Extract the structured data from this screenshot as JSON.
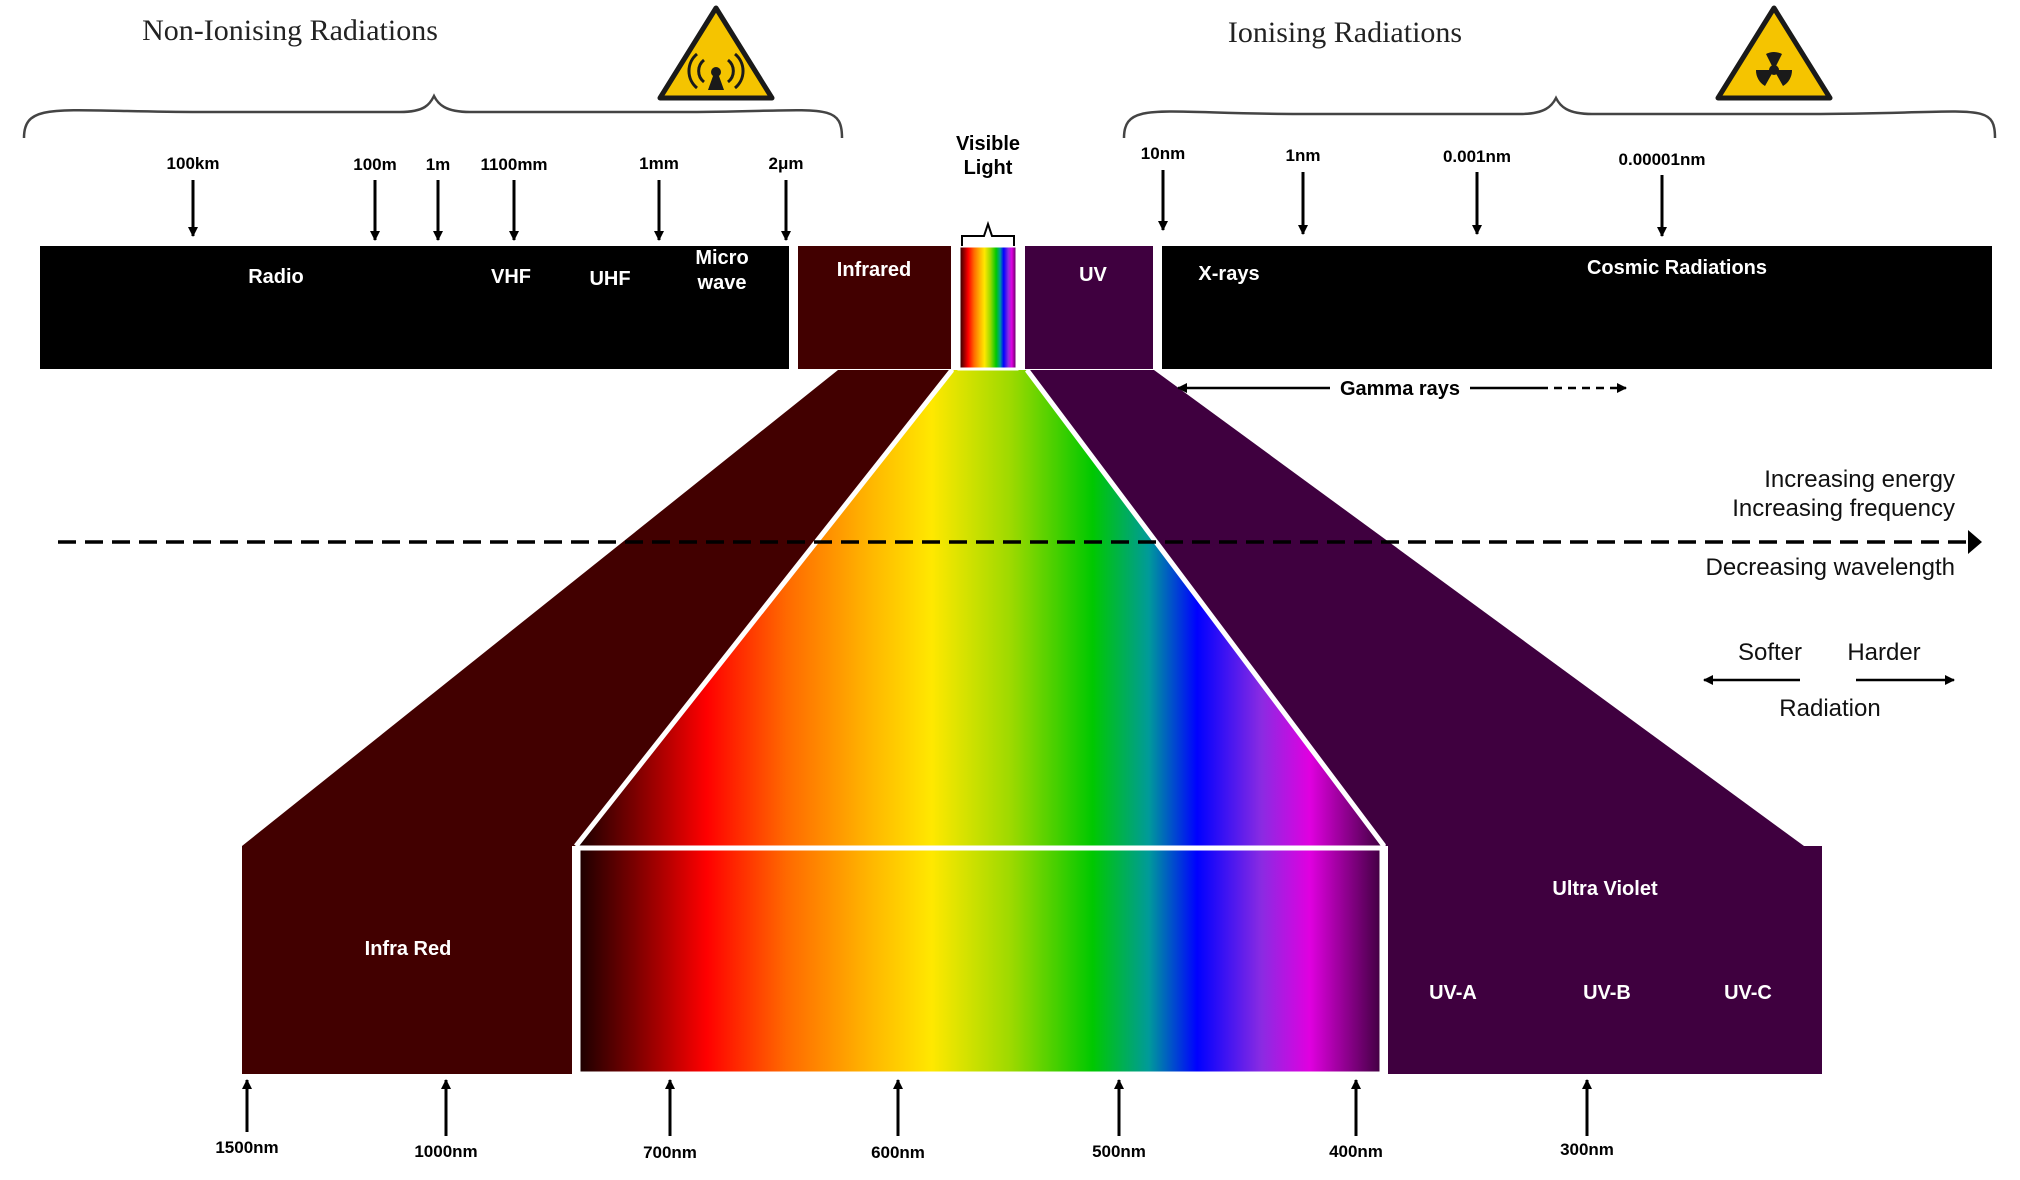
{
  "headings": {
    "non_ionising": "Non-Ionising Radiations",
    "ionising": "Ionising Radiations"
  },
  "hazard_icons": {
    "left": "non-ionizing-radiation-warning-icon",
    "right": "radioactive-trefoil-warning-icon"
  },
  "top_ticks": [
    {
      "label": "100km"
    },
    {
      "label": "100m"
    },
    {
      "label": "1m"
    },
    {
      "label": "1100mm"
    },
    {
      "label": "1mm"
    },
    {
      "label": "2μm"
    },
    {
      "label": "10nm"
    },
    {
      "label": "1nm"
    },
    {
      "label": "0.001nm"
    },
    {
      "label": "0.00001nm"
    }
  ],
  "bands": {
    "radio": "Radio",
    "vhf": "VHF",
    "uhf": "UHF",
    "microwave_line1": "Micro",
    "microwave_line2": "wave",
    "infrared": "Infrared",
    "uv": "UV",
    "xrays": "X-rays",
    "cosmic": "Cosmic Radiations"
  },
  "visible_label": {
    "line1": "Visible",
    "line2": "Light"
  },
  "gamma": {
    "label": "Gamma rays"
  },
  "energy": {
    "line1": "Increasing energy",
    "line2": "Increasing frequency",
    "line3": "Decreasing wavelength"
  },
  "radiation": {
    "softer": "Softer",
    "harder": "Harder",
    "label": "Radiation"
  },
  "bottom_boxes": {
    "infra_red": "Infra Red",
    "ultra_violet": "Ultra Violet",
    "uva": "UV-A",
    "uvb": "UV-B",
    "uvc": "UV-C"
  },
  "bottom_ticks": [
    {
      "label": "1500nm"
    },
    {
      "label": "1000nm"
    },
    {
      "label": "700nm"
    },
    {
      "label": "600nm"
    },
    {
      "label": "500nm"
    },
    {
      "label": "400nm"
    },
    {
      "label": "300nm"
    }
  ],
  "colors": {
    "infrared": "#420000",
    "uv": "#3f003f",
    "band": "#000000",
    "hazard_yellow": "#f5c400"
  }
}
